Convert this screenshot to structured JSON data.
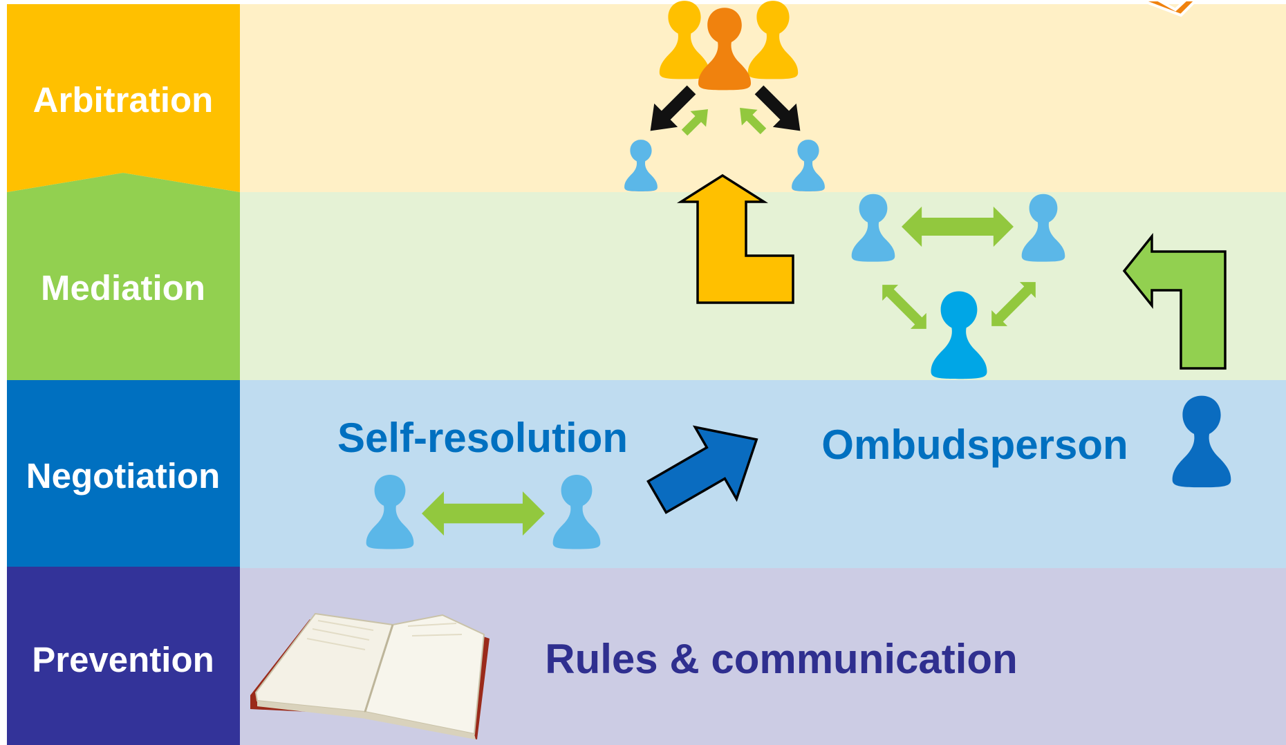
{
  "levels": {
    "arbitration": {
      "label": "Arbitration",
      "color": "#FFC000",
      "band_color": "#FFF0C6"
    },
    "mediation": {
      "label": "Mediation",
      "color": "#92D050",
      "band_color": "#E5F2D5"
    },
    "negotiation": {
      "label": "Negotiation",
      "color": "#0070C0",
      "band_color": "#BFDCF0"
    },
    "prevention": {
      "label": "Prevention",
      "color": "#333399",
      "band_color": "#CCCCE4"
    }
  },
  "negotiation": {
    "self_resolution": "Self-resolution",
    "ombudsperson": "Ombudsperson"
  },
  "prevention": {
    "rules_text": "Rules & communication",
    "book_icon": "open-book-icon"
  },
  "colors": {
    "party": "#5BB7E8",
    "mediator": "#00A6E6",
    "ombudsperson": "#0A6CC0",
    "arbiter_side": "#FFC000",
    "arbiter_center": "#F0820E",
    "green_arrow": "#92C83E",
    "blue_text": "#0070C0",
    "navy_text": "#2F2F8F"
  }
}
